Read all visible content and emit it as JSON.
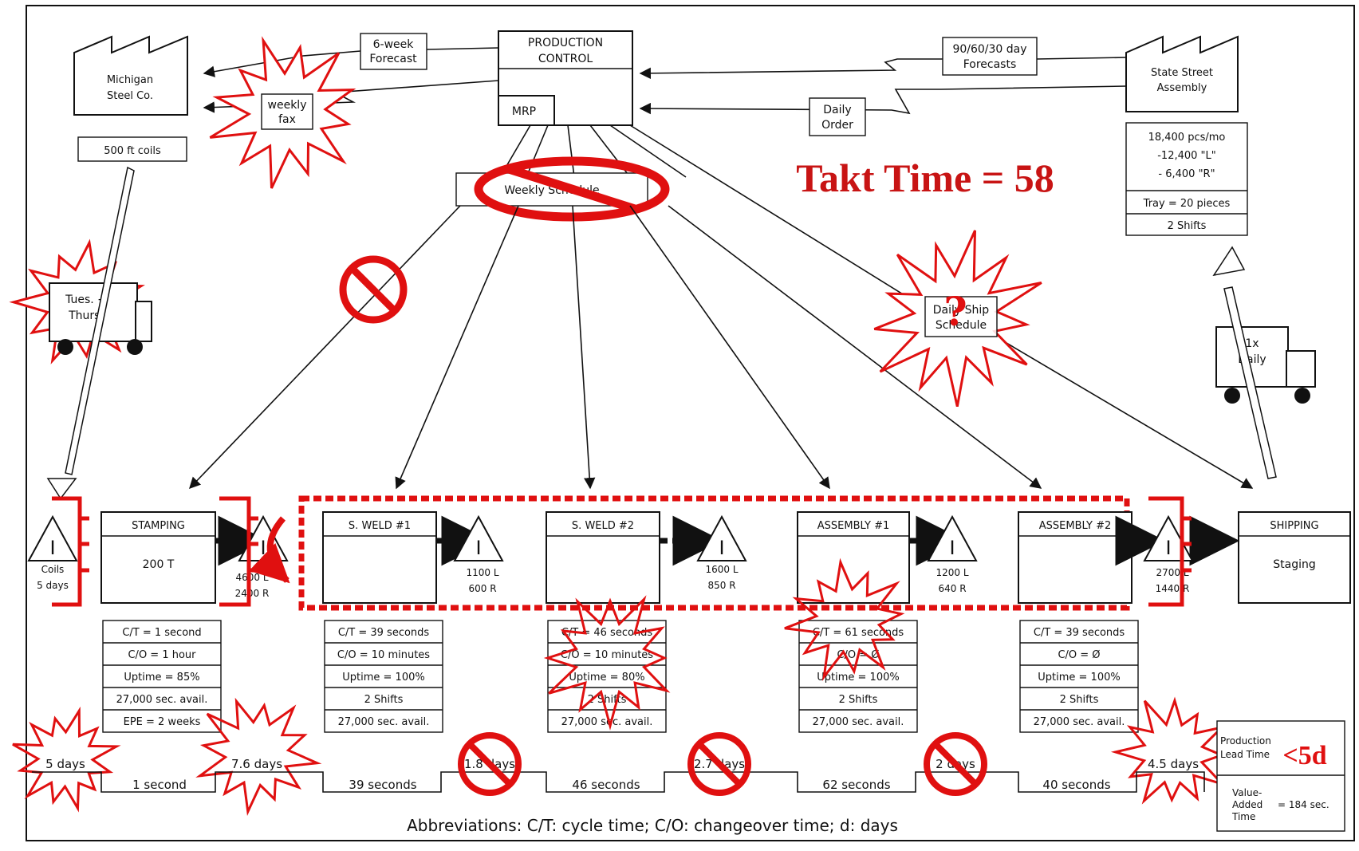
{
  "production_control": {
    "title_line1": "PRODUCTION",
    "title_line2": "CONTROL",
    "mrp": "MRP"
  },
  "supplier": {
    "line1": "Michigan",
    "line2": "Steel Co.",
    "data": "500 ft coils"
  },
  "customer": {
    "line1": "State Street",
    "line2": "Assembly",
    "data": [
      "18,400 pcs/mo",
      "-12,400 \"L\"",
      "- 6,400 \"R\"",
      "Tray = 20 pieces",
      "2 Shifts"
    ]
  },
  "info_flows": {
    "six_week": [
      "6-week",
      "Forecast"
    ],
    "weekly_fax": [
      "weekly",
      "fax"
    ],
    "forecasts": [
      "90/60/30 day",
      "Forecasts"
    ],
    "daily_order": [
      "Daily",
      "Order"
    ],
    "weekly_schedule": "Weekly Schedule",
    "daily_ship": [
      "Daily Ship",
      "Schedule"
    ]
  },
  "takt": "Takt Time = 58",
  "question_mark": "?",
  "trucks": {
    "supplier_truck": [
      "Tues. +",
      "Thurs."
    ],
    "customer_truck": [
      "1x",
      "Daily"
    ]
  },
  "processes": [
    {
      "name": "STAMPING",
      "sub": "200 T",
      "data": [
        "C/T = 1 second",
        "C/O = 1 hour",
        "Uptime = 85%",
        "27,000 sec. avail.",
        "EPE = 2 weeks"
      ]
    },
    {
      "name": "S. WELD #1",
      "sub": "",
      "data": [
        "C/T = 39 seconds",
        "C/O = 10 minutes",
        "Uptime = 100%",
        "2 Shifts",
        "27,000 sec. avail."
      ]
    },
    {
      "name": "S. WELD #2",
      "sub": "",
      "data": [
        "C/T = 46 seconds",
        "C/O = 10 minutes",
        "Uptime = 80%",
        "2 Shifts",
        "27,000 sec. avail."
      ]
    },
    {
      "name": "ASSEMBLY #1",
      "sub": "",
      "data": [
        "C/T = 61 seconds",
        "C/O = Ø",
        "Uptime = 100%",
        "2 Shifts",
        "27,000 sec. avail."
      ]
    },
    {
      "name": "ASSEMBLY #2",
      "sub": "",
      "data": [
        "C/T = 39 seconds",
        "C/O = Ø",
        "Uptime = 100%",
        "2 Shifts",
        "27,000 sec. avail."
      ]
    },
    {
      "name": "SHIPPING",
      "sub": "Staging",
      "data": []
    }
  ],
  "inventories": [
    {
      "symbol": "I",
      "line1": "Coils",
      "line2": "5 days"
    },
    {
      "symbol": "I",
      "line1": "4600 L",
      "line2": "2400 R"
    },
    {
      "symbol": "I",
      "line1": "1100 L",
      "line2": "600 R"
    },
    {
      "symbol": "I",
      "line1": "1600 L",
      "line2": "850 R"
    },
    {
      "symbol": "I",
      "line1": "1200 L",
      "line2": "640 R"
    },
    {
      "symbol": "I",
      "line1": "2700 L",
      "line2": "1440 R"
    }
  ],
  "timeline": {
    "days": [
      "5 days",
      "7.6 days",
      "1.8 days",
      "2.7 days",
      "2 days",
      "4.5 days"
    ],
    "seconds": [
      "1 second",
      "39 seconds",
      "46 seconds",
      "62 seconds",
      "40 seconds"
    ]
  },
  "lead_time": {
    "production_label": [
      "Production",
      "Lead Time"
    ],
    "production_value": "<5d",
    "va_label": [
      "Value-",
      "Added",
      "Time"
    ],
    "va_value": "= 184 sec."
  },
  "abbreviations": "Abbreviations: C/T: cycle time; C/O: changeover time; d: days",
  "colors": {
    "markup": "#e01010",
    "ink": "#111111"
  }
}
